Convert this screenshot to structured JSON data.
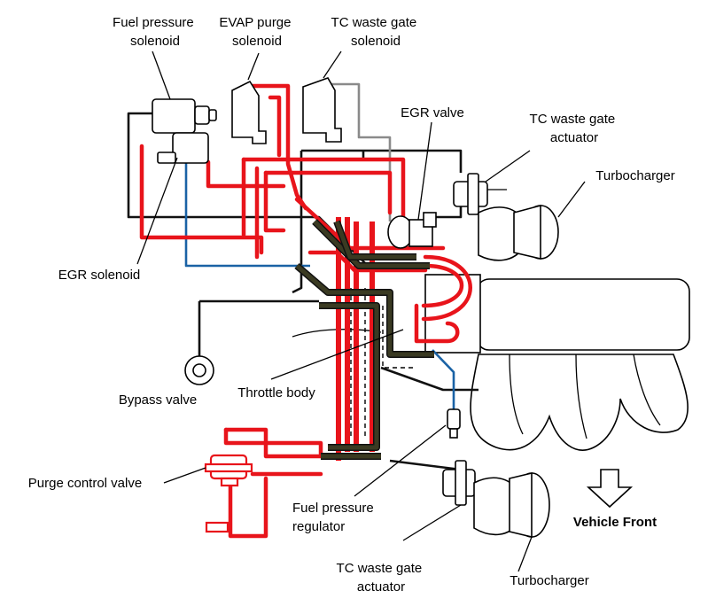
{
  "labels": {
    "fuel_pressure_solenoid": [
      "Fuel pressure",
      "solenoid"
    ],
    "evap_purge_solenoid": [
      "EVAP purge",
      "solenoid"
    ],
    "tc_waste_gate_solenoid": [
      "TC waste gate",
      "solenoid"
    ],
    "egr_valve": "EGR valve",
    "tc_waste_gate_actuator_top": [
      "TC waste gate",
      "actuator"
    ],
    "turbocharger_top": "Turbocharger",
    "egr_solenoid": "EGR solenoid",
    "bypass_valve": "Bypass valve",
    "throttle_body": "Throttle body",
    "purge_control_valve": "Purge control valve",
    "fuel_pressure_regulator": [
      "Fuel pressure",
      "regulator"
    ],
    "vehicle_front": "Vehicle Front",
    "tc_waste_gate_actuator_bottom": [
      "TC waste gate",
      "actuator"
    ],
    "turbocharger_bottom": "Turbocharger"
  },
  "colors": {
    "vacuum_hose_red": "#e8141b",
    "hose_black": "#111111",
    "hose_blue": "#1a62a5",
    "hose_gray": "#8a8a8a",
    "hose_olive": "#3a3a22"
  }
}
